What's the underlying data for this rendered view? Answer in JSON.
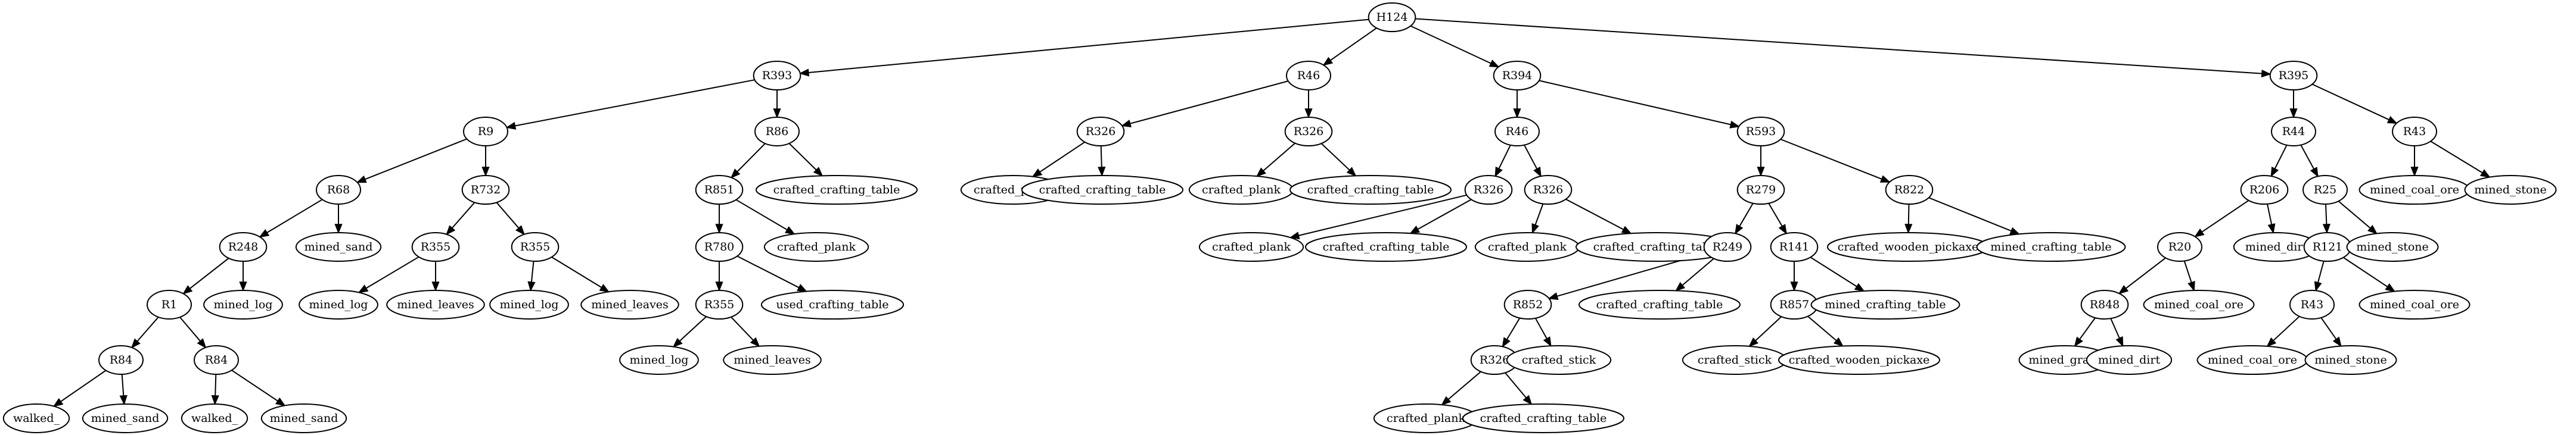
{
  "nodes": [
    {
      "id": "n0",
      "label": "H124"
    },
    {
      "id": "n1",
      "label": "R393"
    },
    {
      "id": "n2",
      "label": "R46"
    },
    {
      "id": "n3",
      "label": "R394"
    },
    {
      "id": "n4",
      "label": "R395"
    },
    {
      "id": "n5",
      "label": "R9"
    },
    {
      "id": "n6",
      "label": "R86"
    },
    {
      "id": "n7",
      "label": "R68"
    },
    {
      "id": "n8",
      "label": "R732"
    },
    {
      "id": "n9",
      "label": "R248"
    },
    {
      "id": "n10",
      "label": "mined_sand"
    },
    {
      "id": "n11",
      "label": "R1"
    },
    {
      "id": "n12",
      "label": "mined_log"
    },
    {
      "id": "n13",
      "label": "R84"
    },
    {
      "id": "n14",
      "label": "R84"
    },
    {
      "id": "n15",
      "label": "walked_"
    },
    {
      "id": "n16",
      "label": "mined_sand"
    },
    {
      "id": "n17",
      "label": "walked_"
    },
    {
      "id": "n18",
      "label": "mined_sand"
    },
    {
      "id": "n19",
      "label": "R355"
    },
    {
      "id": "n20",
      "label": "R355"
    },
    {
      "id": "n21",
      "label": "mined_log"
    },
    {
      "id": "n22",
      "label": "mined_leaves"
    },
    {
      "id": "n23",
      "label": "mined_log"
    },
    {
      "id": "n24",
      "label": "mined_leaves"
    },
    {
      "id": "n25",
      "label": "R851"
    },
    {
      "id": "n26",
      "label": "crafted_crafting_table"
    },
    {
      "id": "n27",
      "label": "R780"
    },
    {
      "id": "n28",
      "label": "crafted_plank"
    },
    {
      "id": "n29",
      "label": "R355"
    },
    {
      "id": "n30",
      "label": "used_crafting_table"
    },
    {
      "id": "n31",
      "label": "mined_log"
    },
    {
      "id": "n32",
      "label": "mined_leaves"
    },
    {
      "id": "n33",
      "label": "R326"
    },
    {
      "id": "n34",
      "label": "R326"
    },
    {
      "id": "n35",
      "label": "crafted_plank"
    },
    {
      "id": "n36",
      "label": "crafted_crafting_table"
    },
    {
      "id": "n37",
      "label": "crafted_plank"
    },
    {
      "id": "n38",
      "label": "crafted_crafting_table"
    },
    {
      "id": "n39",
      "label": "R46"
    },
    {
      "id": "n40",
      "label": "R593"
    },
    {
      "id": "n41",
      "label": "R326"
    },
    {
      "id": "n42",
      "label": "R326"
    },
    {
      "id": "n43",
      "label": "crafted_plank"
    },
    {
      "id": "n44",
      "label": "crafted_crafting_table"
    },
    {
      "id": "n45",
      "label": "crafted_plank"
    },
    {
      "id": "n46",
      "label": "crafted_crafting_table"
    },
    {
      "id": "n47",
      "label": "R279"
    },
    {
      "id": "n48",
      "label": "R822"
    },
    {
      "id": "n49",
      "label": "R249"
    },
    {
      "id": "n50",
      "label": "R141"
    },
    {
      "id": "n51",
      "label": "R852"
    },
    {
      "id": "n52",
      "label": "crafted_crafting_table"
    },
    {
      "id": "n53",
      "label": "R326"
    },
    {
      "id": "n54",
      "label": "crafted_stick"
    },
    {
      "id": "n55",
      "label": "crafted_plank"
    },
    {
      "id": "n56",
      "label": "crafted_crafting_table"
    },
    {
      "id": "n57",
      "label": "R857"
    },
    {
      "id": "n58",
      "label": "mined_crafting_table"
    },
    {
      "id": "n59",
      "label": "crafted_stick"
    },
    {
      "id": "n60",
      "label": "crafted_wooden_pickaxe"
    },
    {
      "id": "n61",
      "label": "crafted_wooden_pickaxe"
    },
    {
      "id": "n62",
      "label": "mined_crafting_table"
    },
    {
      "id": "n63",
      "label": "R44"
    },
    {
      "id": "n64",
      "label": "R43"
    },
    {
      "id": "n65",
      "label": "R206"
    },
    {
      "id": "n66",
      "label": "R25"
    },
    {
      "id": "n67",
      "label": "R20"
    },
    {
      "id": "n68",
      "label": "mined_dirt"
    },
    {
      "id": "n69",
      "label": "R848"
    },
    {
      "id": "n70",
      "label": "mined_coal_ore"
    },
    {
      "id": "n71",
      "label": "mined_grass"
    },
    {
      "id": "n72",
      "label": "mined_dirt"
    },
    {
      "id": "n73",
      "label": "R121"
    },
    {
      "id": "n74",
      "label": "mined_stone"
    },
    {
      "id": "n75",
      "label": "R43"
    },
    {
      "id": "n76",
      "label": "mined_coal_ore"
    },
    {
      "id": "n77",
      "label": "mined_coal_ore"
    },
    {
      "id": "n78",
      "label": "mined_stone"
    },
    {
      "id": "n79",
      "label": "mined_coal_ore"
    },
    {
      "id": "n80",
      "label": "mined_stone"
    }
  ],
  "edges": [
    [
      "n0",
      "n1"
    ],
    [
      "n0",
      "n2"
    ],
    [
      "n0",
      "n3"
    ],
    [
      "n0",
      "n4"
    ],
    [
      "n1",
      "n5"
    ],
    [
      "n1",
      "n6"
    ],
    [
      "n5",
      "n7"
    ],
    [
      "n5",
      "n8"
    ],
    [
      "n7",
      "n9"
    ],
    [
      "n7",
      "n10"
    ],
    [
      "n9",
      "n11"
    ],
    [
      "n9",
      "n12"
    ],
    [
      "n11",
      "n13"
    ],
    [
      "n11",
      "n14"
    ],
    [
      "n13",
      "n15"
    ],
    [
      "n13",
      "n16"
    ],
    [
      "n14",
      "n17"
    ],
    [
      "n14",
      "n18"
    ],
    [
      "n8",
      "n19"
    ],
    [
      "n8",
      "n20"
    ],
    [
      "n19",
      "n21"
    ],
    [
      "n19",
      "n22"
    ],
    [
      "n20",
      "n23"
    ],
    [
      "n20",
      "n24"
    ],
    [
      "n6",
      "n25"
    ],
    [
      "n6",
      "n26"
    ],
    [
      "n25",
      "n27"
    ],
    [
      "n25",
      "n28"
    ],
    [
      "n27",
      "n29"
    ],
    [
      "n27",
      "n30"
    ],
    [
      "n29",
      "n31"
    ],
    [
      "n29",
      "n32"
    ],
    [
      "n2",
      "n33"
    ],
    [
      "n2",
      "n34"
    ],
    [
      "n33",
      "n35"
    ],
    [
      "n33",
      "n36"
    ],
    [
      "n34",
      "n37"
    ],
    [
      "n34",
      "n38"
    ],
    [
      "n3",
      "n39"
    ],
    [
      "n3",
      "n40"
    ],
    [
      "n39",
      "n41"
    ],
    [
      "n39",
      "n42"
    ],
    [
      "n41",
      "n43"
    ],
    [
      "n41",
      "n44"
    ],
    [
      "n42",
      "n45"
    ],
    [
      "n42",
      "n46"
    ],
    [
      "n40",
      "n47"
    ],
    [
      "n40",
      "n48"
    ],
    [
      "n47",
      "n49"
    ],
    [
      "n47",
      "n50"
    ],
    [
      "n49",
      "n51"
    ],
    [
      "n49",
      "n52"
    ],
    [
      "n51",
      "n53"
    ],
    [
      "n51",
      "n54"
    ],
    [
      "n53",
      "n55"
    ],
    [
      "n53",
      "n56"
    ],
    [
      "n50",
      "n57"
    ],
    [
      "n50",
      "n58"
    ],
    [
      "n57",
      "n59"
    ],
    [
      "n57",
      "n60"
    ],
    [
      "n48",
      "n61"
    ],
    [
      "n48",
      "n62"
    ],
    [
      "n4",
      "n63"
    ],
    [
      "n4",
      "n64"
    ],
    [
      "n63",
      "n65"
    ],
    [
      "n63",
      "n66"
    ],
    [
      "n65",
      "n67"
    ],
    [
      "n65",
      "n68"
    ],
    [
      "n67",
      "n69"
    ],
    [
      "n67",
      "n70"
    ],
    [
      "n69",
      "n71"
    ],
    [
      "n69",
      "n72"
    ],
    [
      "n66",
      "n73"
    ],
    [
      "n66",
      "n74"
    ],
    [
      "n73",
      "n75"
    ],
    [
      "n73",
      "n76"
    ],
    [
      "n75",
      "n77"
    ],
    [
      "n75",
      "n78"
    ],
    [
      "n64",
      "n79"
    ],
    [
      "n64",
      "n80"
    ]
  ]
}
